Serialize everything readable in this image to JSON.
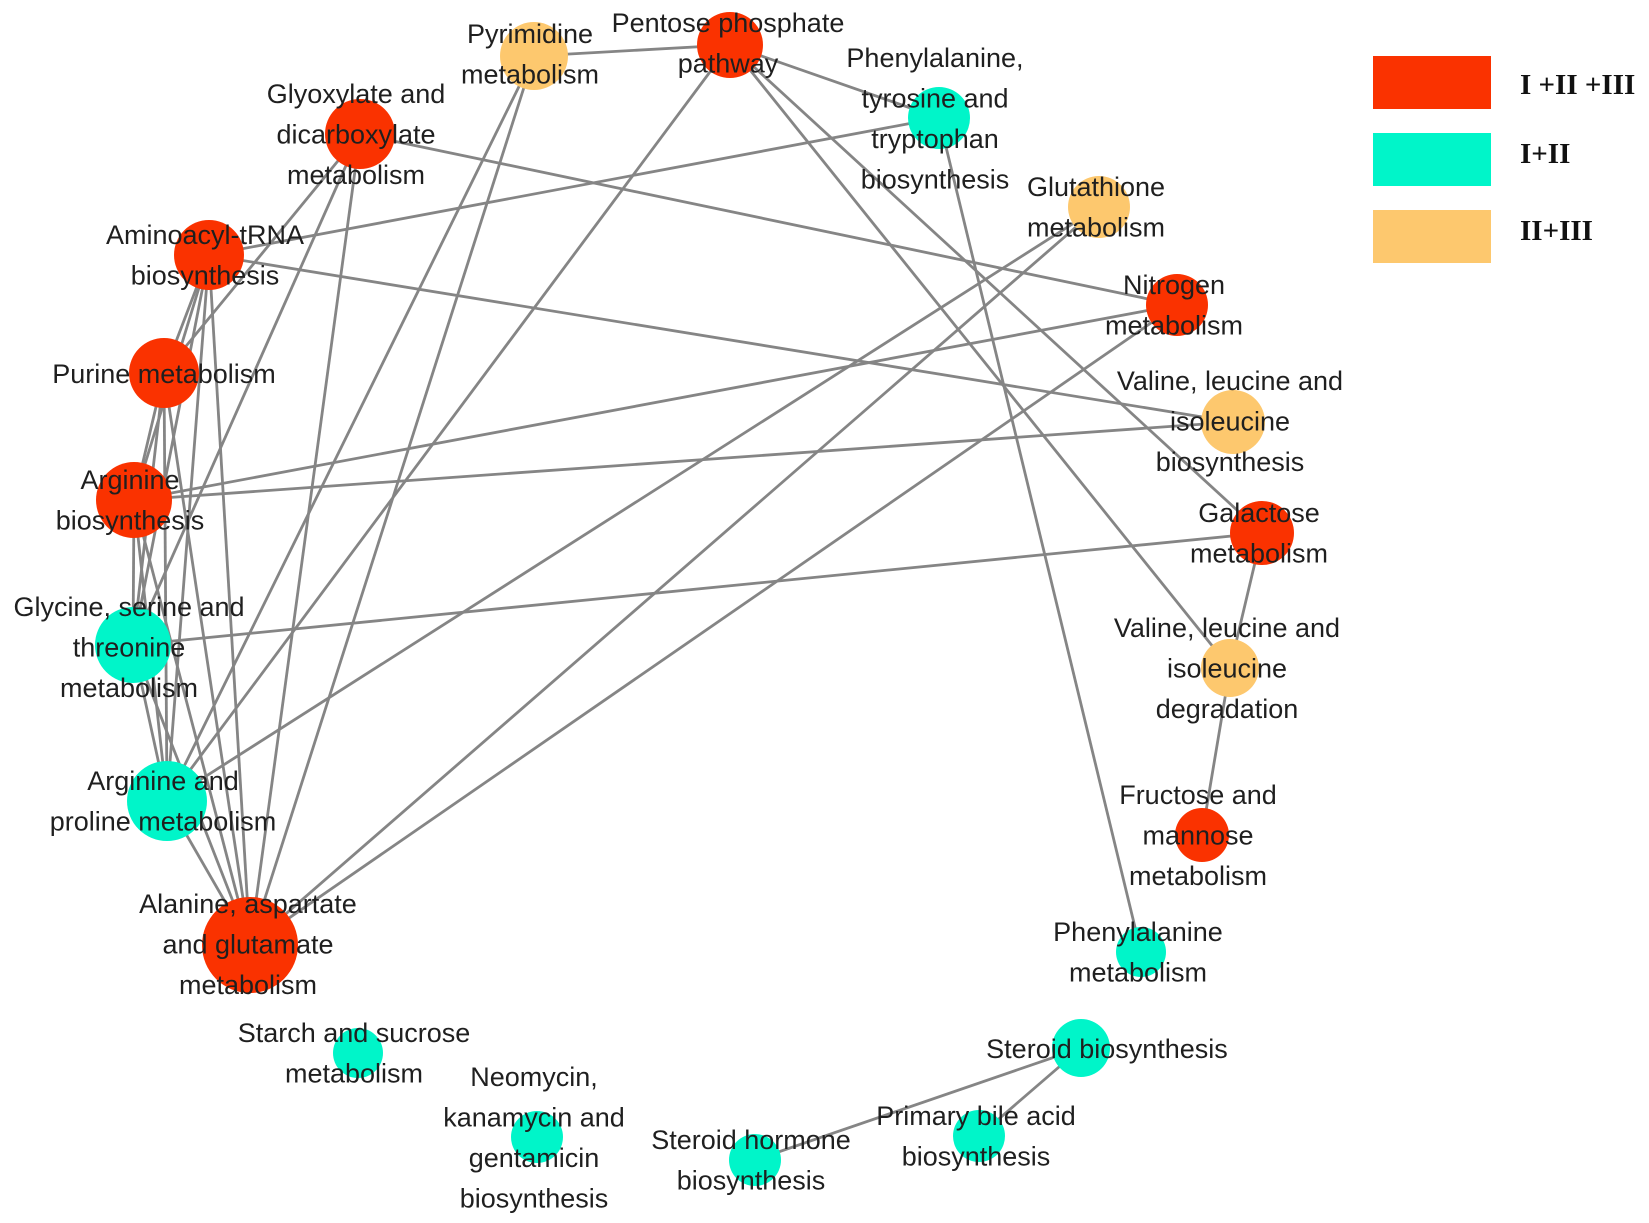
{
  "colors": {
    "I+II+III": "#fa3200",
    "I+II": "#00f5c9",
    "II+III": "#fdc86e",
    "edge": "#858585"
  },
  "legend": [
    {
      "label": "I +II +III",
      "group": "I+II+III"
    },
    {
      "label": "I+II",
      "group": "I+II"
    },
    {
      "label": "II+III",
      "group": "II+III"
    }
  ],
  "nodes": [
    {
      "id": "pyrimidine",
      "group": "II+III",
      "label_lines": [
        "Pyrimidine",
        "metabolism"
      ]
    },
    {
      "id": "pentose",
      "group": "I+II+III",
      "label_lines": [
        "Pentose phosphate",
        "pathway"
      ]
    },
    {
      "id": "phe_tyr_trp",
      "group": "I+II",
      "label_lines": [
        "Phenylalanine,",
        "tyrosine and",
        "tryptophan",
        "biosynthesis"
      ]
    },
    {
      "id": "glyoxylate",
      "group": "I+II+III",
      "label_lines": [
        "Glyoxylate and",
        "dicarboxylate",
        "metabolism"
      ]
    },
    {
      "id": "glutathione",
      "group": "II+III",
      "label_lines": [
        "Glutathione",
        "metabolism"
      ]
    },
    {
      "id": "aminoacyl",
      "group": "I+II+III",
      "label_lines": [
        "Aminoacyl-tRNA",
        "biosynthesis"
      ]
    },
    {
      "id": "nitrogen",
      "group": "I+II+III",
      "label_lines": [
        "Nitrogen",
        "metabolism"
      ]
    },
    {
      "id": "purine",
      "group": "I+II+III",
      "label_lines": [
        "Purine metabolism"
      ]
    },
    {
      "id": "val_bio",
      "group": "II+III",
      "label_lines": [
        "Valine, leucine and",
        "isoleucine",
        "biosynthesis"
      ]
    },
    {
      "id": "arg_bio",
      "group": "I+II+III",
      "label_lines": [
        "Arginine",
        "biosynthesis"
      ]
    },
    {
      "id": "galactose",
      "group": "I+II+III",
      "label_lines": [
        "Galactose",
        "metabolism"
      ]
    },
    {
      "id": "gly_ser_thr",
      "group": "I+II",
      "label_lines": [
        "Glycine, serine and",
        "threonine",
        "metabolism"
      ]
    },
    {
      "id": "val_deg",
      "group": "II+III",
      "label_lines": [
        "Valine, leucine and",
        "isoleucine",
        "degradation"
      ]
    },
    {
      "id": "arg_pro",
      "group": "I+II",
      "label_lines": [
        "Arginine and",
        "proline metabolism"
      ]
    },
    {
      "id": "fructose",
      "group": "I+II+III",
      "label_lines": [
        "Fructose and",
        "mannose",
        "metabolism"
      ]
    },
    {
      "id": "alanine",
      "group": "I+II+III",
      "label_lines": [
        "Alanine, aspartate",
        "and glutamate",
        "metabolism"
      ]
    },
    {
      "id": "phenylalanine",
      "group": "I+II",
      "label_lines": [
        "Phenylalanine",
        "metabolism"
      ]
    },
    {
      "id": "starch",
      "group": "I+II",
      "label_lines": [
        "Starch and sucrose",
        "metabolism"
      ]
    },
    {
      "id": "steroid_bio",
      "group": "I+II",
      "label_lines": [
        "Steroid biosynthesis"
      ]
    },
    {
      "id": "neomycin",
      "group": "I+II",
      "label_lines": [
        "Neomycin,",
        "kanamycin and",
        "gentamicin",
        "biosynthesis"
      ]
    },
    {
      "id": "bile",
      "group": "I+II",
      "label_lines": [
        "Primary bile acid",
        "biosynthesis"
      ]
    },
    {
      "id": "steroid_hormone",
      "group": "I+II",
      "label_lines": [
        "Steroid hormone",
        "biosynthesis"
      ]
    }
  ],
  "edges": [
    [
      "pyrimidine",
      "pentose"
    ],
    [
      "pyrimidine",
      "arg_pro"
    ],
    [
      "pyrimidine",
      "alanine"
    ],
    [
      "pentose",
      "phe_tyr_trp"
    ],
    [
      "pentose",
      "arg_pro"
    ],
    [
      "pentose",
      "val_deg"
    ],
    [
      "pentose",
      "galactose"
    ],
    [
      "phe_tyr_trp",
      "aminoacyl"
    ],
    [
      "phe_tyr_trp",
      "phenylalanine"
    ],
    [
      "glyoxylate",
      "nitrogen"
    ],
    [
      "glyoxylate",
      "purine"
    ],
    [
      "glyoxylate",
      "gly_ser_thr"
    ],
    [
      "glyoxylate",
      "alanine"
    ],
    [
      "aminoacyl",
      "val_bio"
    ],
    [
      "aminoacyl",
      "purine"
    ],
    [
      "aminoacyl",
      "arg_bio"
    ],
    [
      "aminoacyl",
      "gly_ser_thr"
    ],
    [
      "aminoacyl",
      "arg_pro"
    ],
    [
      "aminoacyl",
      "alanine"
    ],
    [
      "glutathione",
      "arg_pro"
    ],
    [
      "glutathione",
      "alanine"
    ],
    [
      "nitrogen",
      "arg_bio"
    ],
    [
      "nitrogen",
      "alanine"
    ],
    [
      "purine",
      "arg_bio"
    ],
    [
      "purine",
      "gly_ser_thr"
    ],
    [
      "purine",
      "arg_pro"
    ],
    [
      "purine",
      "alanine"
    ],
    [
      "val_bio",
      "arg_bio"
    ],
    [
      "arg_bio",
      "gly_ser_thr"
    ],
    [
      "arg_bio",
      "arg_pro"
    ],
    [
      "arg_bio",
      "alanine"
    ],
    [
      "galactose",
      "val_deg"
    ],
    [
      "galactose",
      "gly_ser_thr"
    ],
    [
      "gly_ser_thr",
      "arg_pro"
    ],
    [
      "gly_ser_thr",
      "alanine"
    ],
    [
      "val_deg",
      "fructose"
    ],
    [
      "arg_pro",
      "alanine"
    ],
    [
      "steroid_bio",
      "steroid_hormone"
    ],
    [
      "steroid_bio",
      "bile"
    ]
  ]
}
